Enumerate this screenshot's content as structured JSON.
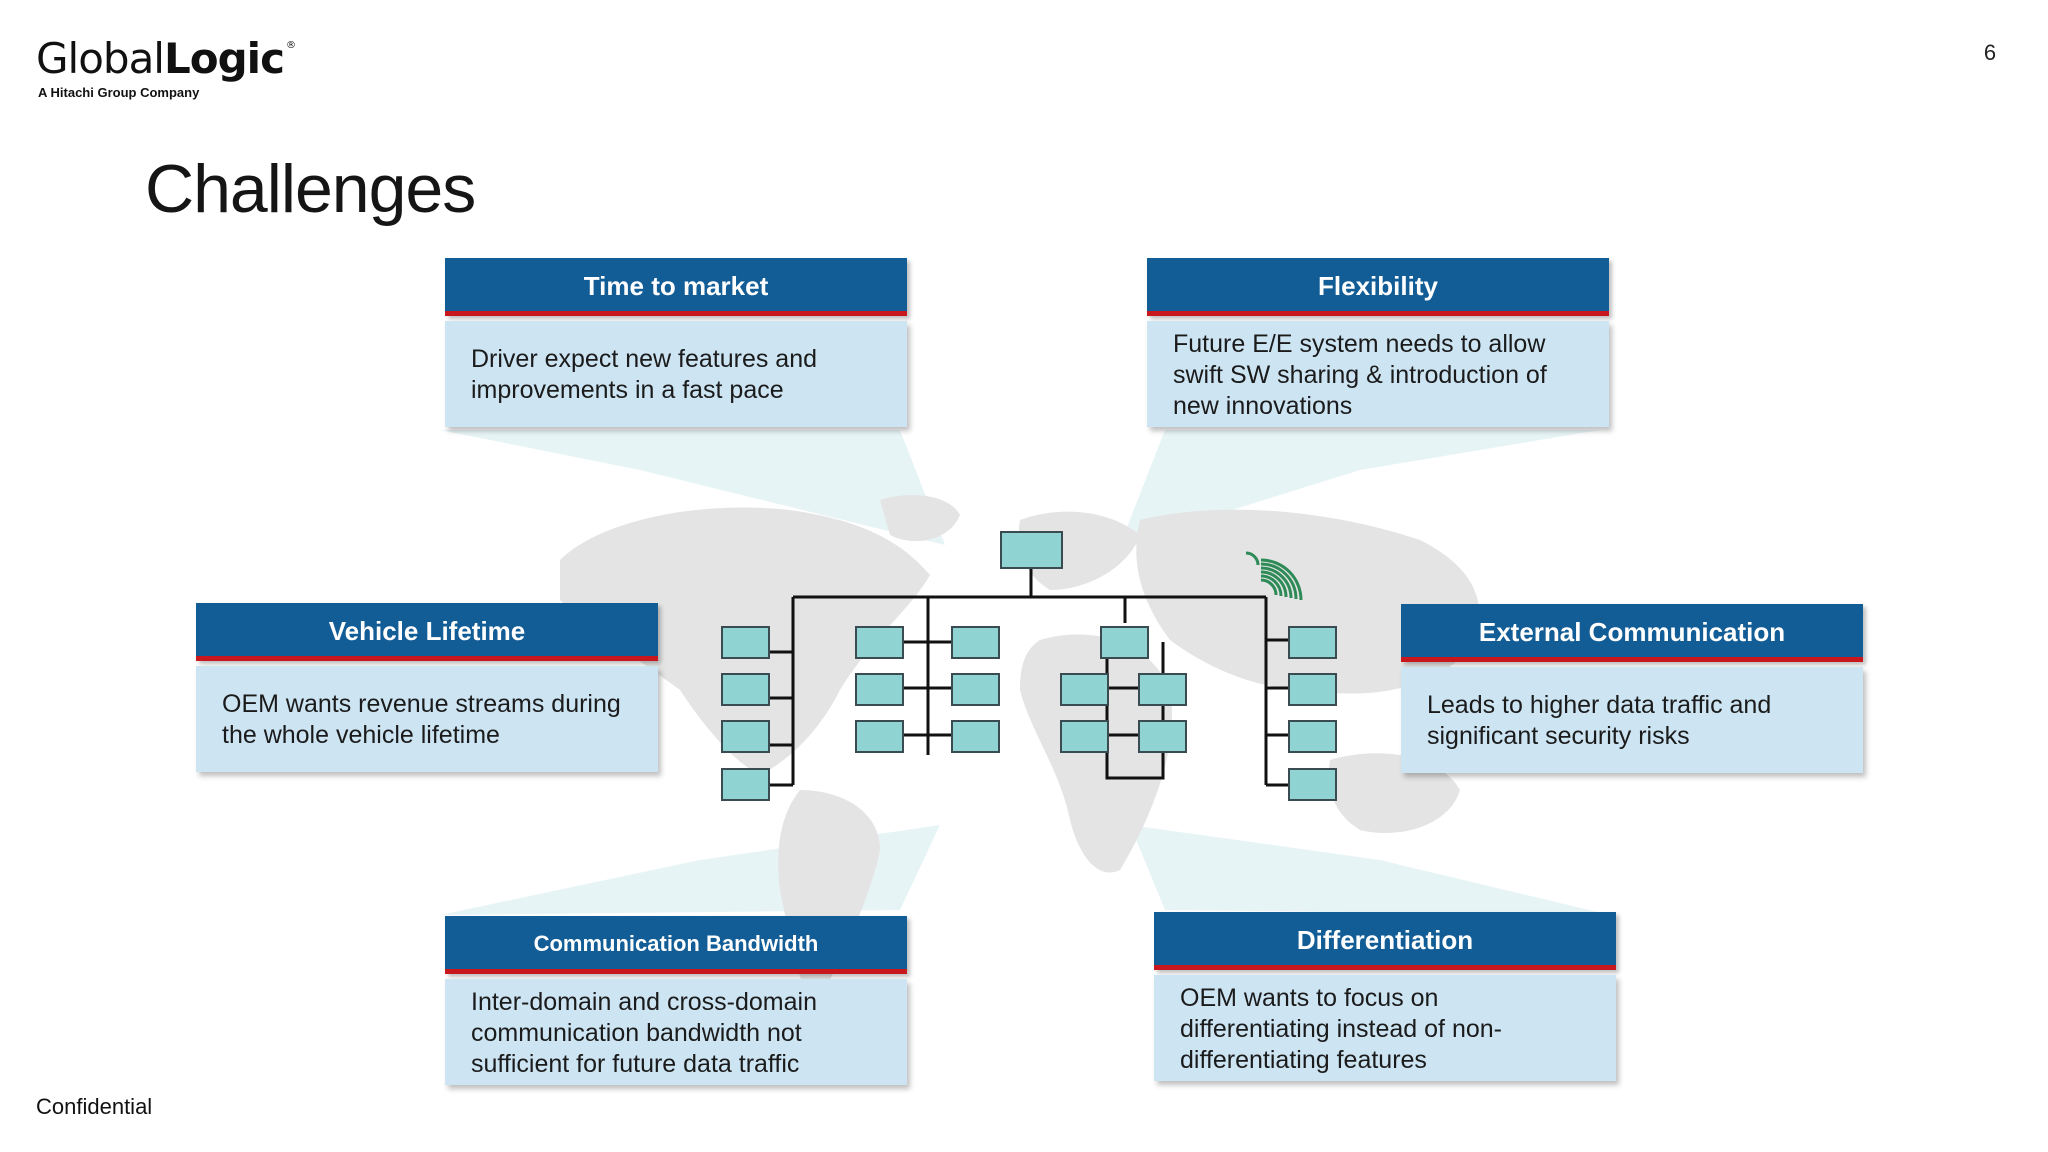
{
  "logo": {
    "name_light": "Global",
    "name_bold": "Logic",
    "registered": "®",
    "tagline": "A Hitachi Group Company"
  },
  "page_number": "6",
  "title": "Challenges",
  "footer": "Confidential",
  "cards": {
    "time_to_market": {
      "heading": "Time to market",
      "text": "Driver expect new features and improvements in a fast pace"
    },
    "flexibility": {
      "heading": "Flexibility",
      "text": "Future E/E system needs to allow swift SW sharing & introduction of new innovations"
    },
    "vehicle_lifetime": {
      "heading": "Vehicle Lifetime",
      "text": "OEM wants revenue streams during the whole vehicle lifetime"
    },
    "external_communication": {
      "heading": "External Communication",
      "text": "Leads to higher data traffic and significant security risks"
    },
    "communication_bandwidth": {
      "heading": "Communication Bandwidth",
      "text": "Inter-domain and cross-domain communication bandwidth not sufficient for future data traffic"
    },
    "differentiation": {
      "heading": "Differentiation",
      "text": "OEM wants to focus on differentiating instead of non-differentiating features"
    }
  },
  "colors": {
    "header_blue": "#135d97",
    "accent_red": "#c8181e",
    "body_blue": "#cde4f3",
    "ecu_teal": "#8fd3d3",
    "map_gray": "#e3e3e3",
    "antenna_green": "#2e8b57"
  },
  "icons": {
    "network": "ecu-network-diagram",
    "antenna": "wireless-signal-icon",
    "background": "world-map"
  }
}
